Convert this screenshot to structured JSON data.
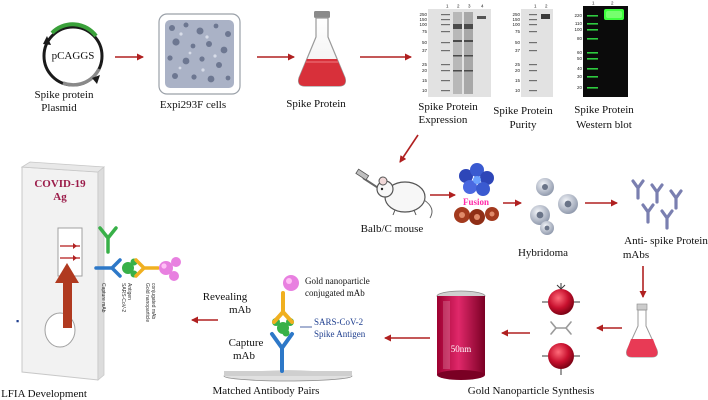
{
  "colors": {
    "arrow": "#b02020",
    "flask_media": "#d8303a",
    "gel_bg": "#e2e2e2",
    "western_bg": "#0b0b0b",
    "western_band": "#3cff3c",
    "antibody_blue": "#2d78c8",
    "antibody_yellow": "#f0b020",
    "antibody_green": "#38b048",
    "gold_particle": "#c8102e",
    "cassette_title": "#9b1c4a"
  },
  "labels": {
    "plasmid_name": "pCAGGS",
    "plasmid_caption_1": "Spike protein",
    "plasmid_caption_2": "Plasmid",
    "cells_caption": "Expi293F cells",
    "spike_protein": "Spike Protein",
    "expression_1": "Spike Protein",
    "expression_2": "Expression",
    "purity_1": "Spike Protein",
    "purity_2": "Purity",
    "western_1": "Spike Protein",
    "western_2": "Western blot",
    "mouse": "Balb/C mouse",
    "fusion": "Fusion",
    "hybridoma": "Hybridoma",
    "mabs_1": "Anti- spike Protein",
    "mabs_2": "mAbs",
    "gold_synthesis": "Gold Nanoparticle  Synthesis",
    "vial": "50nm",
    "revealing_1": "Revealing",
    "revealing_2": "mAb",
    "capture_1": "Capture",
    "capture_2": "mAb",
    "gold_conj_1": "Gold nanoparticle",
    "gold_conj_2": "conjugated mAb",
    "spike_antigen_1": "SARS-CoV-2",
    "spike_antigen_2": "Spike Antigen",
    "matched_pairs": "Matched Antibody  Pairs",
    "lfia": "LFIA Development",
    "cassette_title_1": "COVID-19",
    "cassette_title_2": "Ag",
    "strip_capture": "Capture mAb",
    "strip_antigen_1": "SARS-CoV-2",
    "strip_antigen_2": "Antigen",
    "strip_gold_1": "Gold nanoparticle",
    "strip_gold_2": "conjugated mAb"
  },
  "gels": {
    "expression_lanes": [
      "1",
      "2",
      "3",
      "4"
    ],
    "expression_markers": [
      "250",
      "150",
      "100",
      "75",
      "50",
      "37",
      "25",
      "20",
      "15",
      "10"
    ],
    "purity_lanes": [
      "1",
      "2"
    ],
    "purity_markers": [
      "250",
      "150",
      "100",
      "75",
      "50",
      "37",
      "25",
      "20",
      "15",
      "10"
    ],
    "western_lanes": [
      "1",
      "2"
    ],
    "western_markers": [
      "220",
      "110",
      "100",
      "80",
      "60",
      "50",
      "40",
      "30",
      "20"
    ]
  }
}
